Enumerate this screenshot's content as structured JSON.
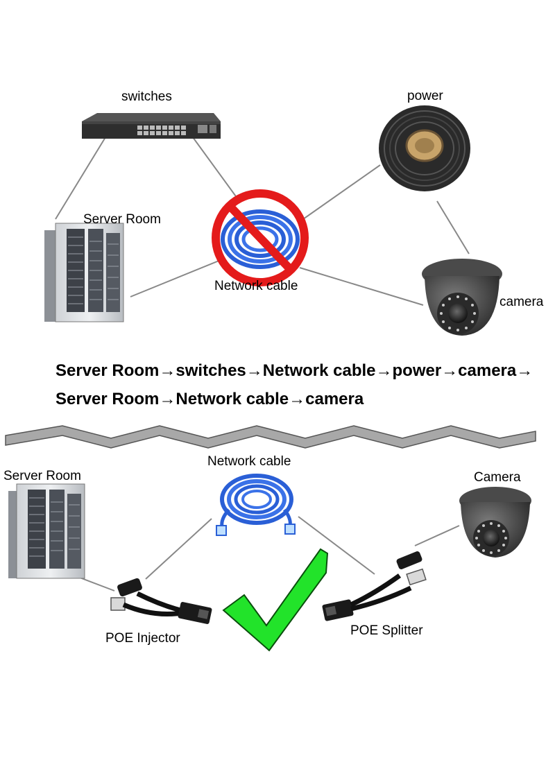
{
  "top": {
    "switches_label": "switches",
    "power_label": "power",
    "server_room_label": "Server Room",
    "network_cable_label": "Network cable",
    "camera_label": "camera"
  },
  "flow": {
    "line1": "Server Room→switches→Network cable→power→camera→",
    "line2": "Server Room→Network cable→camera"
  },
  "bottom": {
    "server_room_label": "Server Room",
    "network_cable_label": "Network cable",
    "camera_label": "Camera",
    "poe_injector_label": "POE Injector",
    "poe_splitter_label": "POE Splitter"
  },
  "colors": {
    "prohibit_red": "#e41b1b",
    "check_green": "#22e32a",
    "cable_blue": "#2a5fd6",
    "connector_line": "#888888"
  }
}
